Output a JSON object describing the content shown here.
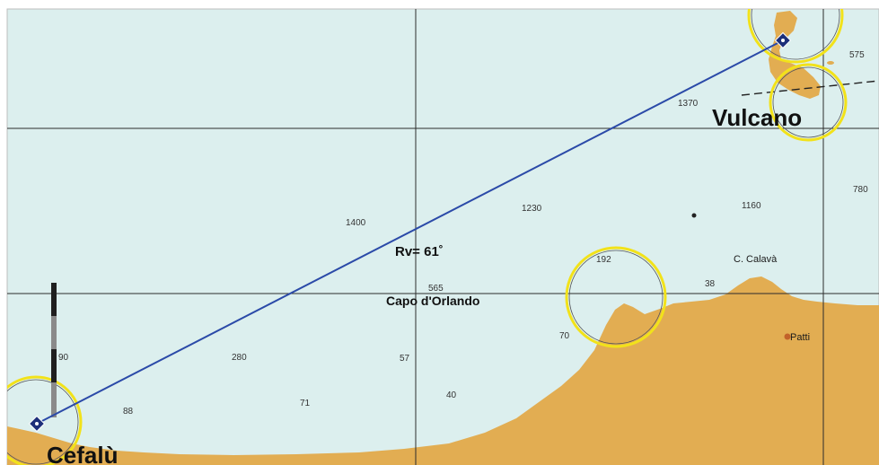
{
  "map": {
    "colors": {
      "sea": "#dcefee",
      "land": "#e2ad52",
      "route": "#2b4aa8",
      "circles": "#f2e21a",
      "grid": "#2c2c2c"
    },
    "places": {
      "vulcano": "Vulcano",
      "cefalu": "Cefalù",
      "capo_orlando": "Capo d'Orlando",
      "calava": "C. Calavà",
      "patti": "Patti"
    },
    "course_label": "Rv= 61˚",
    "soundings": {
      "s575": "575",
      "s1370": "1370",
      "s780": "780",
      "s1160": "1160",
      "s1230": "1230",
      "s1400": "1400",
      "s192": "192",
      "s565": "565",
      "s38": "38",
      "s70": "70",
      "s90": "90",
      "s280": "280",
      "s57": "57",
      "s40": "40",
      "s71": "71",
      "s88": "88"
    }
  }
}
